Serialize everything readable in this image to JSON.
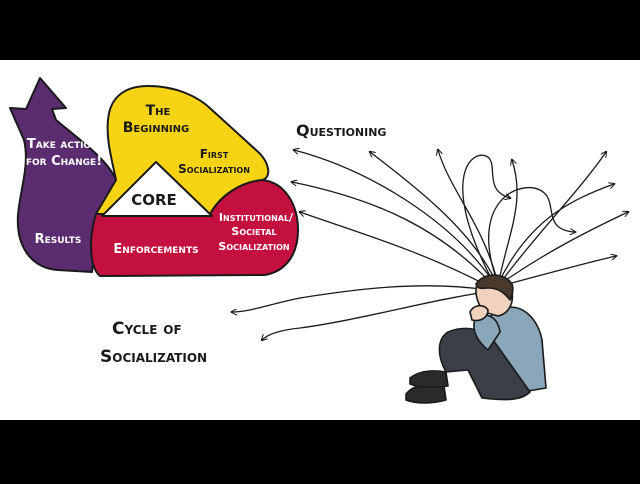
{
  "cycle": {
    "beginning": [
      "The",
      "Beginning"
    ],
    "first_socialization": [
      "First",
      "Socialization"
    ],
    "institutional": [
      "Institutional/",
      "Societal",
      "Socialization"
    ],
    "enforcements": "Enforcements",
    "results": "Results",
    "take_actions": [
      "Take actions",
      "for Change!"
    ],
    "core": "CORE"
  },
  "labels": {
    "questioning": "Questioning",
    "cycle_title": [
      "Cycle of",
      "Socialization"
    ]
  },
  "colors": {
    "yellow": "#f7d413",
    "crimson": "#c4103e",
    "purple": "#5b2c6f",
    "letterbox": "#000000",
    "canvas": "#ffffff"
  }
}
